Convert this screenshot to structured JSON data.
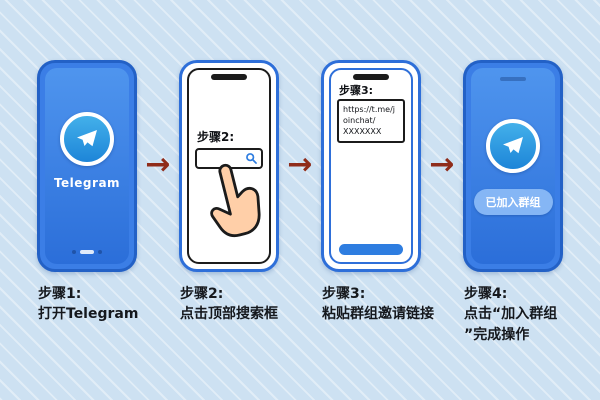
{
  "arrows": {
    "glyph": "→",
    "color": "#8f2c1a"
  },
  "colors": {
    "background": "#cde1f2",
    "phone_blue": "#3b7ee6",
    "phone_border_blue": "#2361c6",
    "accent_blue": "#2e7de0",
    "telegram_logo_blue": "#2f9fe0",
    "hand_skin": "#ffcfa8",
    "caption_text": "#15181d"
  },
  "steps": [
    {
      "caption": {
        "lines": [
          "步骤1:",
          "打开Telegram"
        ]
      },
      "phone": {
        "variant": "telegram-splash",
        "app_name": "Telegram"
      }
    },
    {
      "caption": {
        "lines": [
          "步骤2:",
          "点击顶部搜索框"
        ]
      },
      "phone": {
        "variant": "search-screen",
        "screen_label": "步骤2:",
        "search_icon": "magnifier",
        "cursor_icon": "pointing-hand"
      }
    },
    {
      "caption": {
        "lines": [
          "步骤3:",
          "粘贴群组邀请链接"
        ]
      },
      "phone": {
        "variant": "invite-link-screen",
        "screen_label": "步骤3:",
        "invite_link_line1": "https://t.me/joinchat/",
        "invite_link_line2": "XXXXXXX"
      }
    },
    {
      "caption": {
        "lines": [
          "步骤4:",
          "点击“加入群组",
          "”完成操作"
        ]
      },
      "phone": {
        "variant": "joined-screen",
        "joined_button_label": "已加入群组"
      }
    }
  ]
}
